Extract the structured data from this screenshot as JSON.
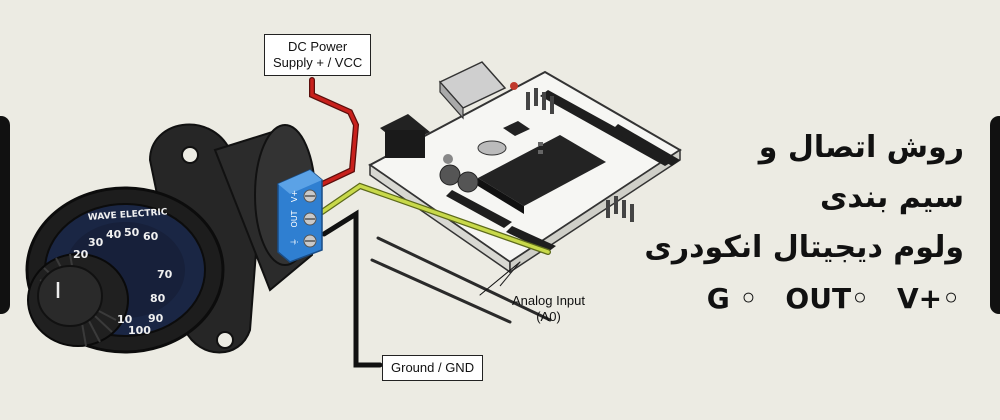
{
  "title_lines": [
    "روش اتصال و",
    "سیم بندی",
    "ولوم دیجیتال انکودری"
  ],
  "pin_labels": [
    "G ◦",
    "OUT◦",
    "V+◦"
  ],
  "callouts": {
    "power_line1": "DC Power",
    "power_line2": "Supply + / VCC",
    "analog_line1": "Analog Input",
    "analog_line2": "(A0)",
    "ground": "Ground / GND"
  },
  "terminal": {
    "pins": [
      "V+",
      "OUT",
      "⏚"
    ]
  },
  "knob": {
    "brand": "WAVE ELECTRIC",
    "scale": [
      "30",
      "40",
      "50",
      "60",
      "70",
      "80",
      "90",
      "100",
      "10",
      "20"
    ]
  },
  "colors": {
    "wire_power": "#c8201c",
    "wire_signal": "#c8d94a",
    "wire_ground": "#2a2a2a",
    "terminal_block": "#2f7fd1",
    "background": "#ecebe3"
  }
}
